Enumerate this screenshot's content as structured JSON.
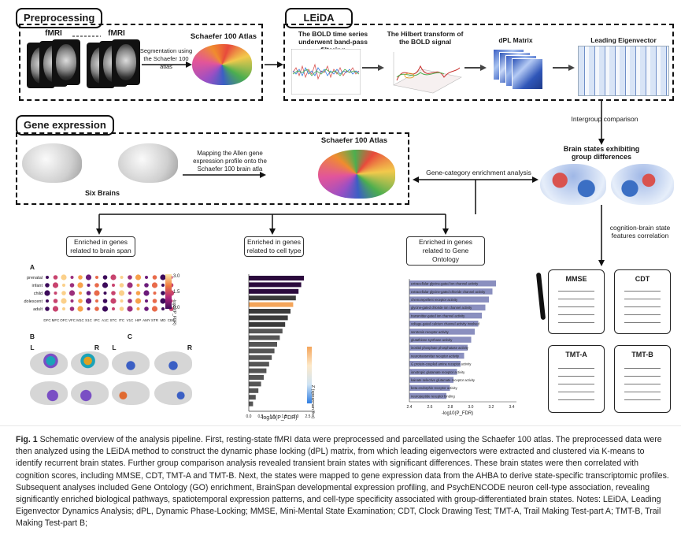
{
  "sections": {
    "preprocessing": "Preprocessing",
    "leida": "LEiDA",
    "gene_expression": "Gene expression"
  },
  "preprocessing": {
    "fmri_1": "fMRI",
    "fmri_2": "fMRI",
    "segmentation": "Segmentation using the Schaefer 100 atlas",
    "atlas": "Schaefer 100 Atlas"
  },
  "leida": {
    "step1": "The BOLD time series underwent band-pass filtering",
    "step2": "The Hilbert transform of the BOLD signal",
    "step3": "dPL Matrix",
    "step4": "Leading Eigenvector"
  },
  "gene": {
    "mapping": "Mapping the Allen gene expression profile onto the Schaefer 100 brain atla",
    "six_brains": "Six Brains",
    "atlas": "Schaefer 100 Atlas"
  },
  "right": {
    "intergroup": "Intergroup comparison",
    "states": "Brain states exhibiting group differences",
    "enrichment": "Gene-category enrichment analysis",
    "correlation": "cognition-brain state features correlation"
  },
  "enriched": {
    "brain_span": "Enriched in genes related to brain span",
    "cell_type": "Enriched in genes related to cell type",
    "go": "Enriched in genes related to Gene Ontology"
  },
  "panels": {
    "a": "A",
    "b": "B",
    "c": "C",
    "l1": "L",
    "r1": "R",
    "l2": "L",
    "r2": "R",
    "row_labels": [
      "prenatal",
      "infant",
      "child",
      "adolescent",
      "adult"
    ],
    "col_labels": [
      "DFC",
      "MFC",
      "OFC",
      "VFC",
      "M1C",
      "S1C",
      "IPC",
      "A1C",
      "STC",
      "ITC",
      "V1C",
      "HIP",
      "AMY",
      "STR",
      "MD",
      "CBC"
    ],
    "legend_max": "3.0",
    "legend_mid": "1.5",
    "legend_min": "0.0",
    "legend_title": "-log10(P_FDR)",
    "cell_axis": [
      "0.0",
      "0.5",
      "1.0",
      "1.5",
      "2.0",
      "2.5"
    ],
    "cell_xlabel": "-log10(P_FDR)",
    "cell_colorbar": "Z (spearman rho)",
    "go_axis": [
      "2.4",
      "2.6",
      "2.8",
      "3.0",
      "3.2",
      "3.4"
    ],
    "go_xlabel": "-log10(P_FDR)",
    "go_terms": [
      "extracellular glycine-gated ion channel activity",
      "extracellular glycine-gated chloride channel activity",
      "chemorepellent receptor activity",
      "glycine-gated chloride ion channel activity",
      "transmitter-gated ion channel activity",
      "voltage-gated calcium channel activity involved",
      "serotonin receptor activity",
      "glutathione synthase activity",
      "inositol phosphate phosphatase activity",
      "neurotransmitter receptor activity",
      "G protein-coupled amine receptor activity",
      "ionotropic glutamate receptor activity",
      "kainate selective glutamate receptor activity",
      "beta-endorphin receptor activity",
      "neuropeptide receptor binding"
    ]
  },
  "cognition": {
    "mmse": "MMSE",
    "cdt": "CDT",
    "tmta": "TMT-A",
    "tmtb": "TMT-B"
  },
  "caption": {
    "fig": "Fig. 1",
    "text": " Schematic overview of the analysis pipeline. First, resting-state fMRI data were preprocessed and parcellated using the Schaefer 100 atlas. The preprocessed data were then analyzed using the LEiDA method to construct the dynamic phase locking (dPL) matrix, from which leading eigenvectors were extracted and clustered via K-means to identify recurrent brain states. Further group comparison analysis revealed transient brain states with significant differences. These brain states were then correlated with cognition scores, including MMSE, CDT, TMT-A and TMT-B. Next, the states were mapped to gene expression data from the AHBA to derive state-specific transcriptomic profiles. Subsequent analyses included Gene Ontology (GO) enrichment, BrainSpan developmental expression profiling, and PsychENCODE neuron cell-type association, revealing significantly enriched biological pathways, spatiotemporal expression patterns, and cell-type specificity associated with group-differentiated brain states. Notes: LEiDA, Leading Eigenvector Dynamics Analysis; dPL, Dynamic Phase-Locking; MMSE, Mini-Mental State Examination; CDT, Clock Drawing Test; TMT-A, Trail Making Test-part A; TMT-B, Trail Making Test-part B;"
  },
  "colors": {
    "accent_purple": "#6b2fa0",
    "bar_dark": "#2b0a3d",
    "bar_orange": "#f4a55a",
    "go_bar": "#8a8fbf"
  }
}
